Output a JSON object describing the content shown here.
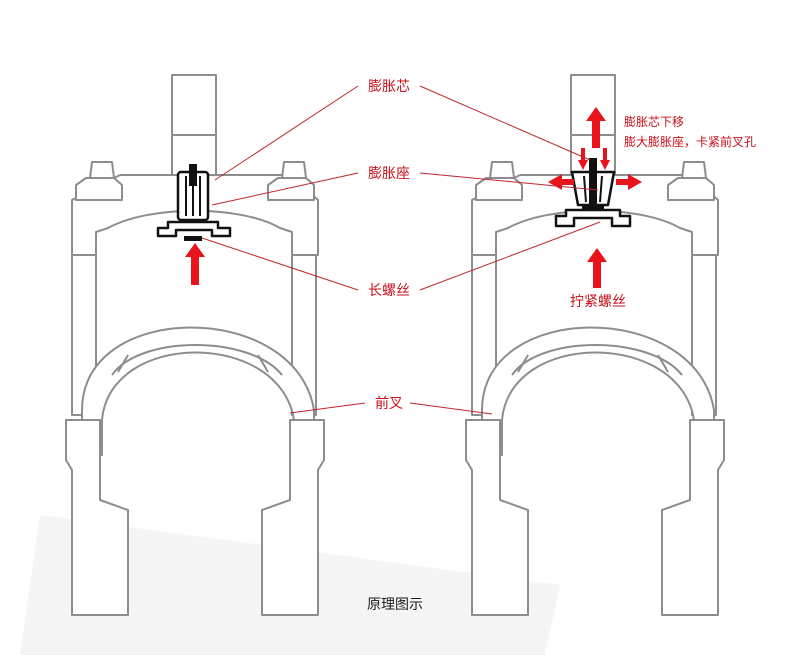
{
  "labels": {
    "expansion_core": "膨胀芯",
    "expansion_seat": "膨胀座",
    "long_screw": "长螺丝",
    "fork": "前叉",
    "tighten_screw": "拧紧螺丝",
    "core_moves_down": "膨胀芯下移",
    "seat_expands": "膨大膨胀座，卡紧前叉孔",
    "caption": "原理图示"
  },
  "colors": {
    "label_red": "#c8101a",
    "arrow_red": "#e8131b",
    "fork_outline": "#8d8d8d",
    "mechanism": "#111111"
  }
}
